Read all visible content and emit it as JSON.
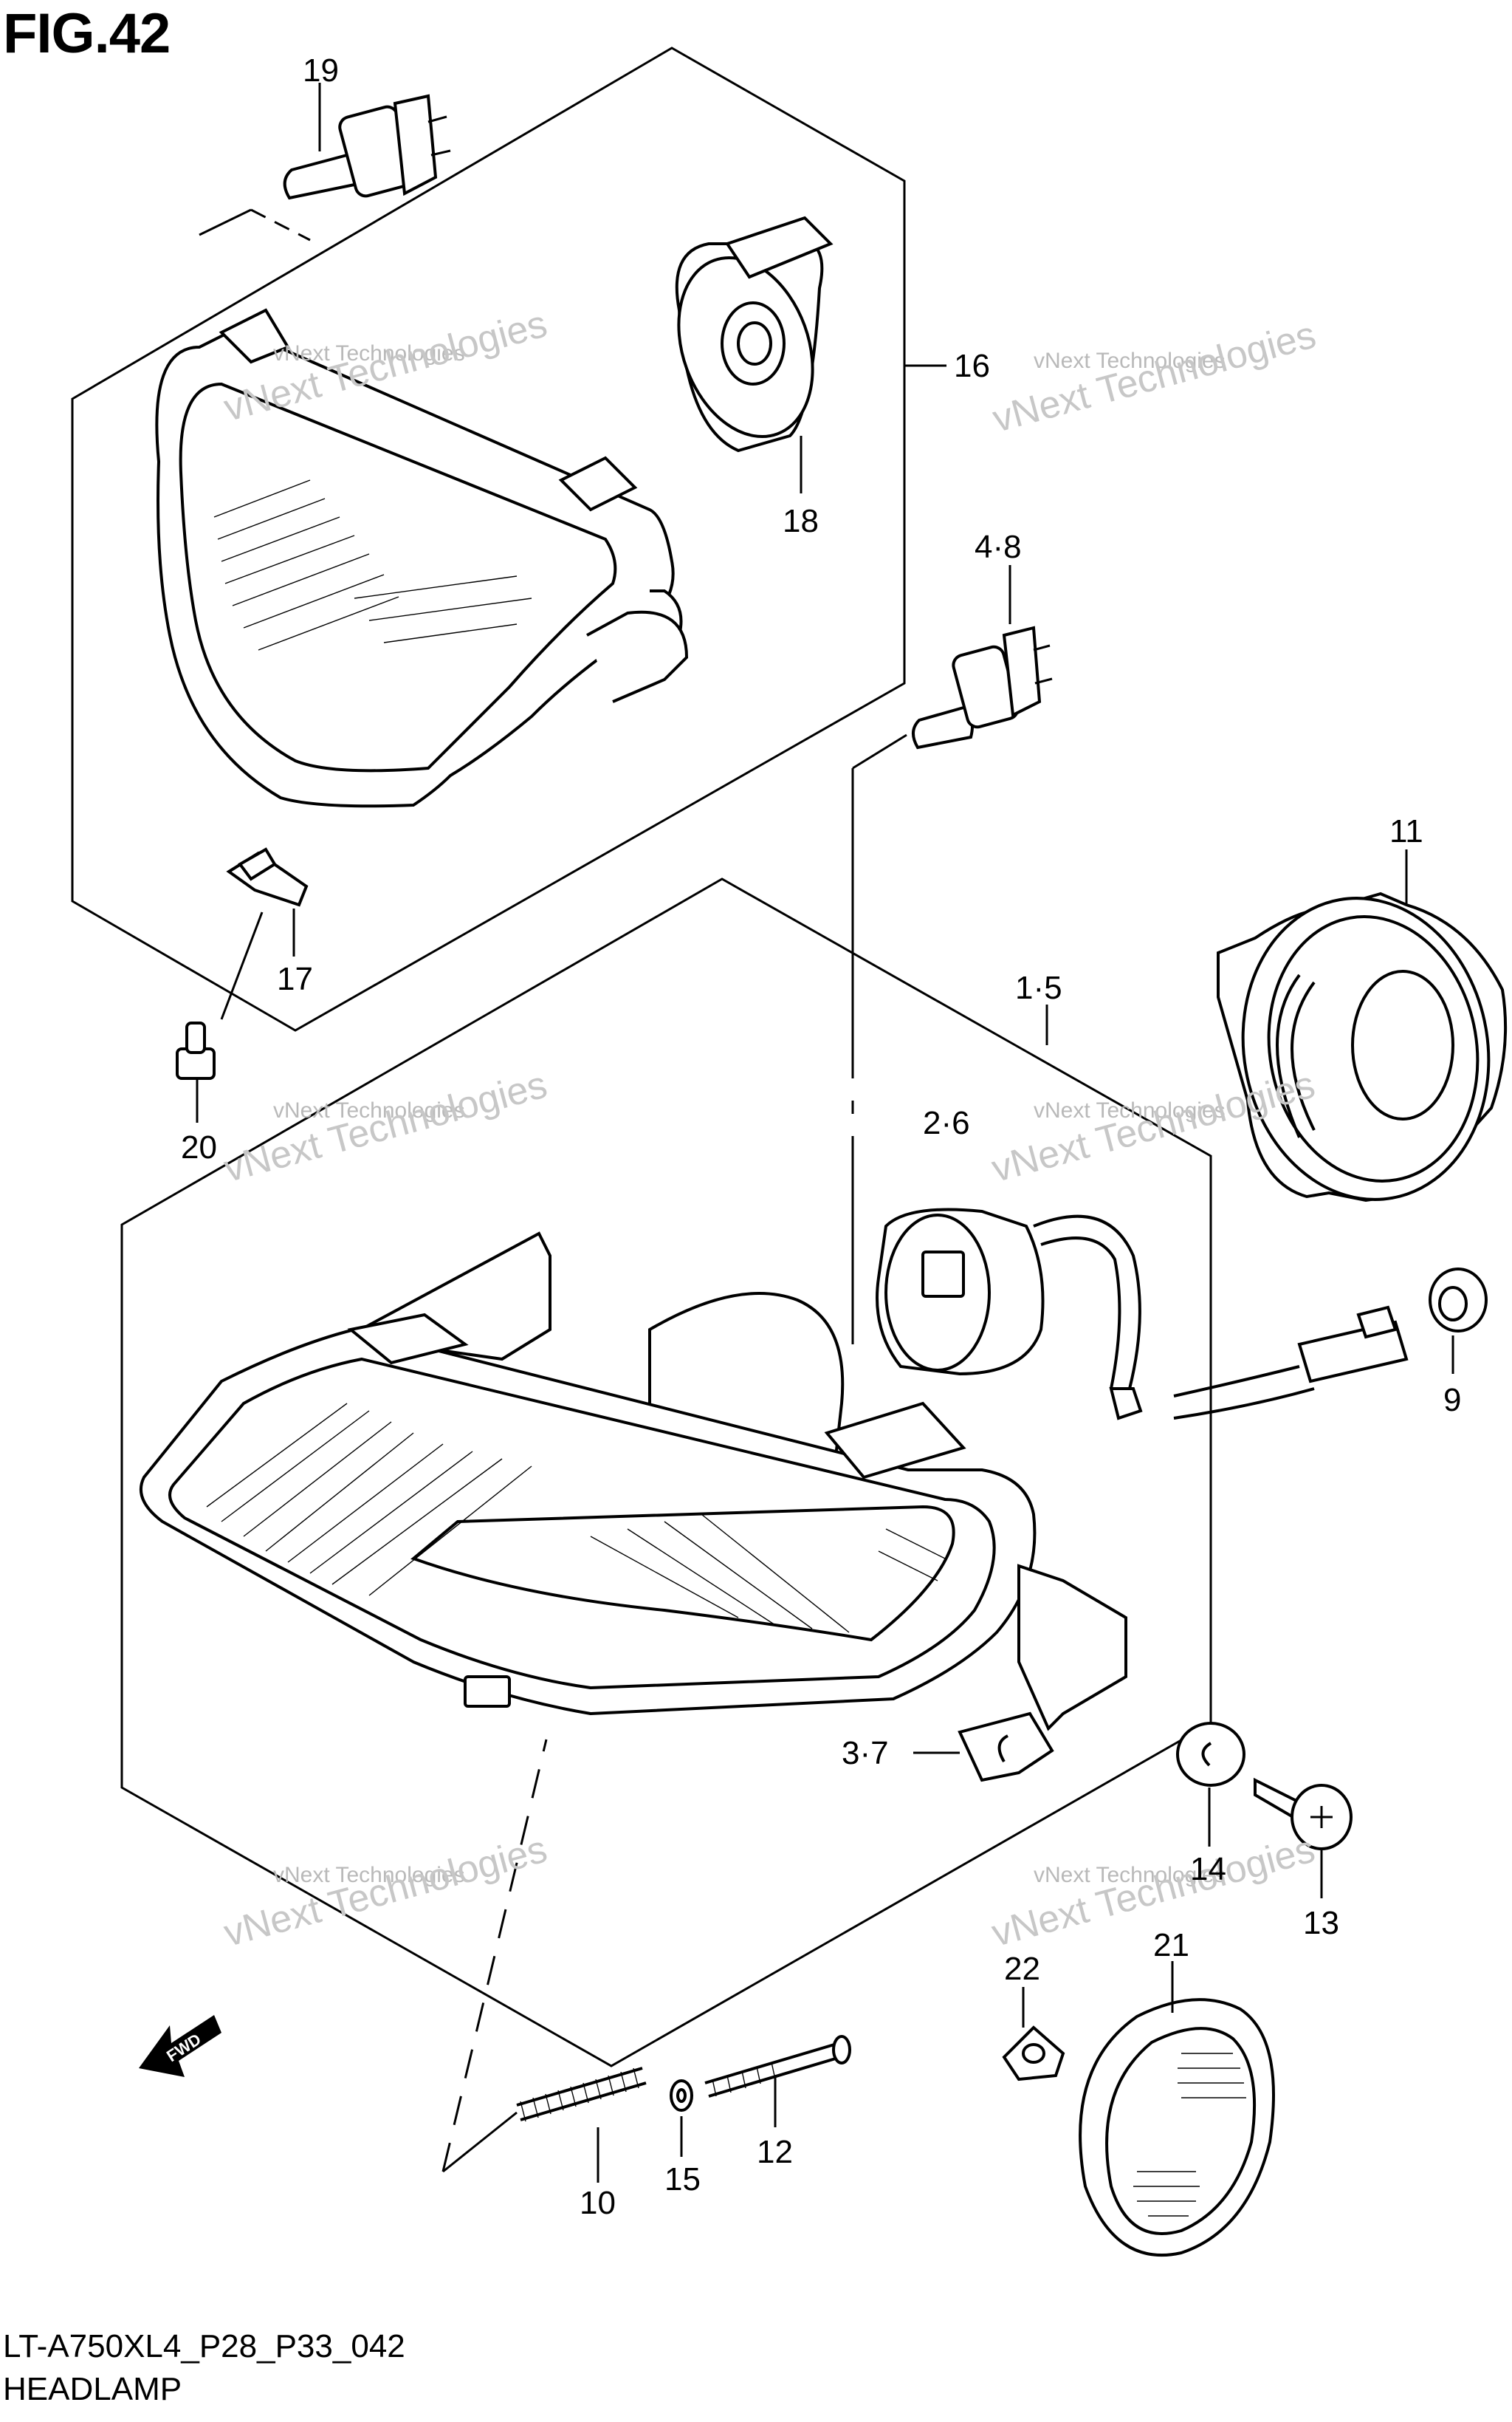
{
  "figure": {
    "title": "FIG.42",
    "code": "LT-A750XL4_P28_P33_042",
    "name": "HEADLAMP"
  },
  "fwd_label": "FWD",
  "watermark": {
    "line1": "vNext Technologies",
    "line2": "vNext Technologies"
  },
  "callouts": {
    "c19": "19",
    "c16": "16",
    "c18": "18",
    "c48": "4·8",
    "c11": "11",
    "c17": "17",
    "c20": "20",
    "c15a": "1·5",
    "c26": "2·6",
    "c9": "9",
    "c37": "3·7",
    "c14": "14",
    "c13": "13",
    "c22": "22",
    "c21": "21",
    "c12": "12",
    "c15": "15",
    "c10": "10"
  }
}
